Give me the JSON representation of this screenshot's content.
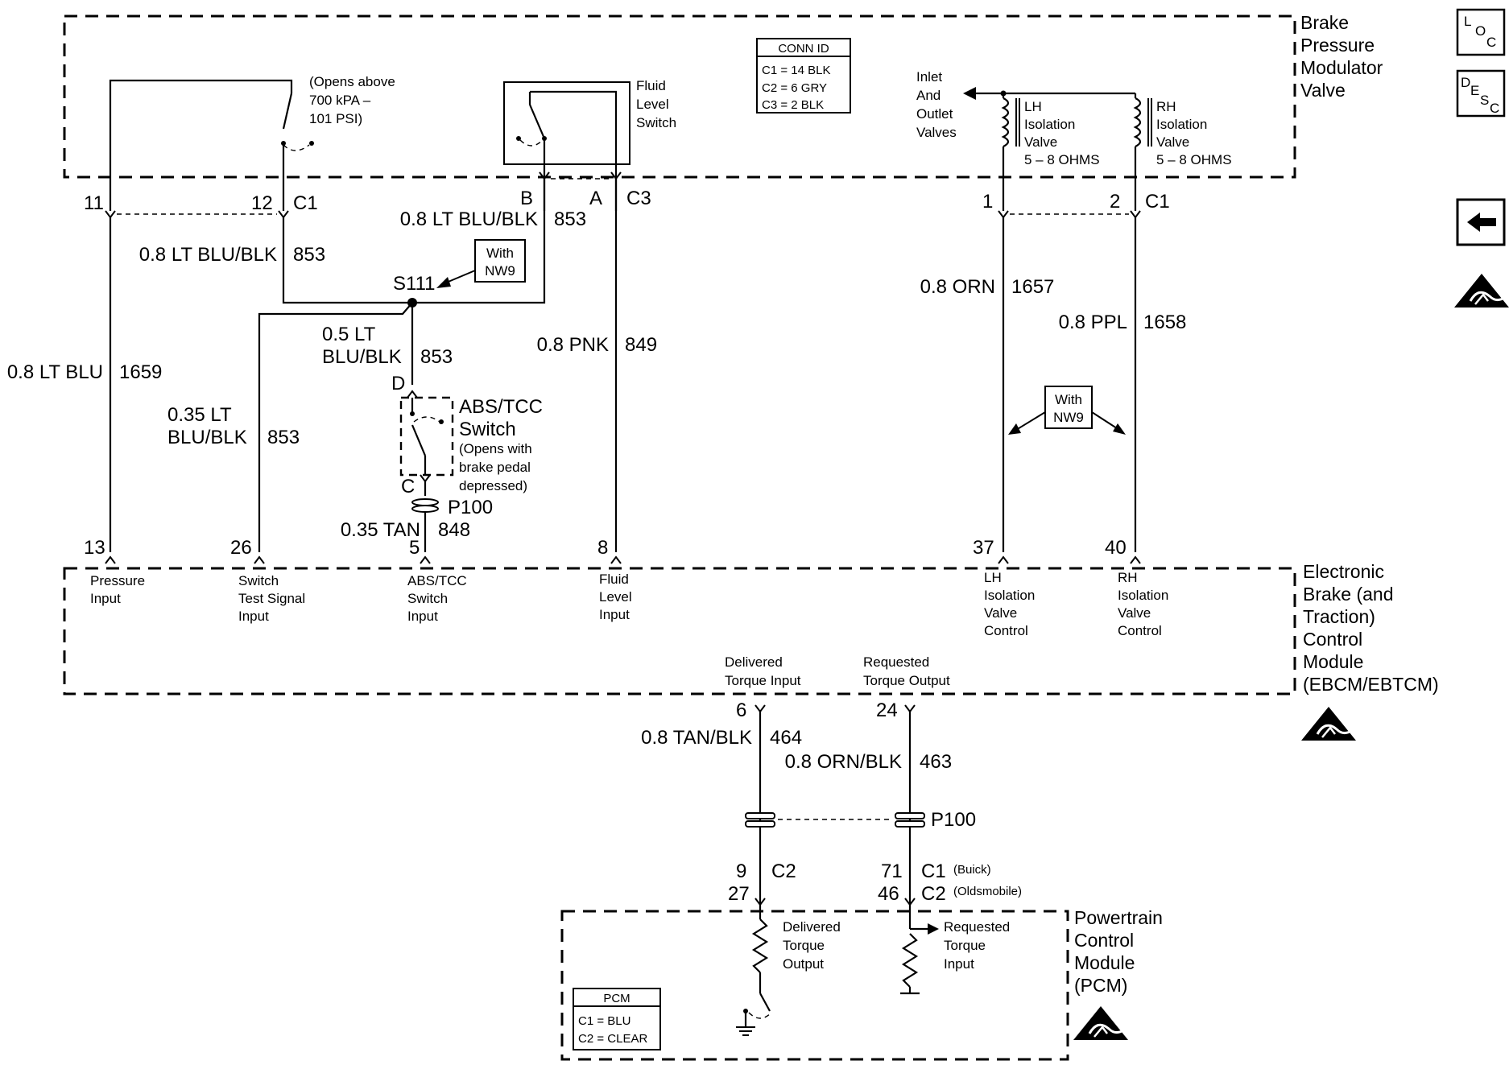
{
  "modules": {
    "bpmv": [
      "Brake",
      "Pressure",
      "Modulator",
      "Valve"
    ],
    "ebcm": [
      "Electronic",
      "Brake (and",
      "Traction)",
      "Control",
      "Module",
      "(EBCM/EBTCM)"
    ],
    "pcm": [
      "Powertrain",
      "Control",
      "Module",
      "(PCM)"
    ]
  },
  "conn_id": {
    "title": "CONN ID",
    "lines": [
      "C1 = 14 BLK",
      "C2 = 6 GRY",
      "C3 = 2 BLK"
    ]
  },
  "pcm_box": {
    "title": "PCM",
    "lines": [
      "C1 = BLU",
      "C2 = CLEAR"
    ]
  },
  "pressure_switch_note": [
    "(Opens above",
    "700 kPA –",
    "101 PSI)"
  ],
  "fluid_level_switch": [
    "Fluid",
    "Level",
    "Switch"
  ],
  "inlet_outlet": [
    "Inlet",
    "And",
    "Outlet",
    "Valves"
  ],
  "lh_valve": [
    "LH",
    "Isolation",
    "Valve",
    "5 – 8 OHMS"
  ],
  "rh_valve": [
    "RH",
    "Isolation",
    "Valve",
    "5 – 8 OHMS"
  ],
  "pins_top": {
    "p11": "11",
    "p12": "12",
    "c1a": "C1",
    "pB": "B",
    "pA": "A",
    "c3": "C3",
    "p1": "1",
    "p2": "2",
    "c1b": "C1"
  },
  "wires": {
    "w1659": {
      "color": "0.8 LT BLU",
      "circuit": "1659"
    },
    "w853a": {
      "color": "0.8 LT BLU/BLK",
      "circuit": "853"
    },
    "w853b": {
      "color": "0.8 LT BLU/BLK",
      "circuit": "853"
    },
    "w853c": {
      "color": [
        "0.5 LT",
        "BLU/BLK"
      ],
      "circuit": "853"
    },
    "w853d": {
      "color": [
        "0.35 LT",
        "BLU/BLK"
      ],
      "circuit": "853"
    },
    "w849": {
      "color": "0.8 PNK",
      "circuit": "849"
    },
    "w848": {
      "color": "0.35 TAN",
      "circuit": "848"
    },
    "w1657": {
      "color": "0.8 ORN",
      "circuit": "1657"
    },
    "w1658": {
      "color": "0.8 PPL",
      "circuit": "1658"
    },
    "w464": {
      "color": "0.8 TAN/BLK",
      "circuit": "464"
    },
    "w463": {
      "color": "0.8 ORN/BLK",
      "circuit": "463"
    }
  },
  "splice": "S111",
  "with_nw9": [
    "With",
    "NW9"
  ],
  "abs_switch": {
    "pinD": "D",
    "pinC": "C",
    "title": [
      "ABS/TCC",
      "Switch"
    ],
    "note": [
      "(Opens with",
      "brake pedal",
      "depressed)"
    ]
  },
  "p100": "P100",
  "ebcm_pins": {
    "p13": "13",
    "p26": "26",
    "p5": "5",
    "p8": "8",
    "p37": "37",
    "p40": "40",
    "p6": "6",
    "p24": "24"
  },
  "ebcm_inputs": {
    "pressure": [
      "Pressure",
      "Input"
    ],
    "switch_test": [
      "Switch",
      "Test Signal",
      "Input"
    ],
    "abs_tcc": [
      "ABS/TCC",
      "Switch",
      "Input"
    ],
    "fluid": [
      "Fluid",
      "Level",
      "Input"
    ],
    "lh": [
      "LH",
      "Isolation",
      "Valve",
      "Control"
    ],
    "rh": [
      "RH",
      "Isolation",
      "Valve",
      "Control"
    ],
    "delivered": [
      "Delivered",
      "Torque Input"
    ],
    "requested": [
      "Requested",
      "Torque Output"
    ]
  },
  "pcm_pins": {
    "p9": "9",
    "p27": "27",
    "c2": "C2",
    "p71": "71",
    "p46": "46",
    "c1": "C1",
    "buick": "(Buick)",
    "c2b": "C2",
    "olds": "(Oldsmobile)"
  },
  "pcm_labels": {
    "delivered": [
      "Delivered",
      "Torque",
      "Output"
    ],
    "requested": [
      "Requested",
      "Torque",
      "Input"
    ]
  },
  "side_icons": {
    "loc": [
      "L",
      "O",
      "C"
    ],
    "desc": [
      "D",
      "E",
      "S",
      "C"
    ]
  }
}
